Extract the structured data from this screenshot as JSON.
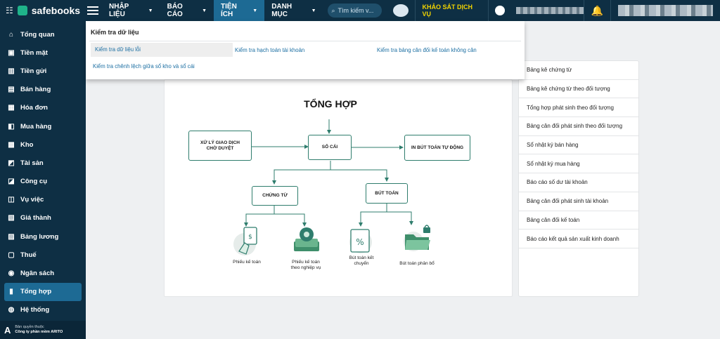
{
  "app": {
    "brand": "safebooks"
  },
  "nav": {
    "items": [
      {
        "label": "NHẬP LIỆU",
        "active": false
      },
      {
        "label": "BÁO CÁO",
        "active": false
      },
      {
        "label": "TIỆN ÍCH",
        "active": true
      },
      {
        "label": "DANH MỤC",
        "active": false
      }
    ],
    "search_placeholder": "Tìm kiếm v...",
    "survey_label": "KHẢO SÁT DỊCH VỤ"
  },
  "sidebar": {
    "items": [
      {
        "label": "Tổng quan",
        "icon": "home-icon"
      },
      {
        "label": "Tiền mặt",
        "icon": "cash-icon"
      },
      {
        "label": "Tiền gửi",
        "icon": "bank-icon"
      },
      {
        "label": "Bán hàng",
        "icon": "sales-icon"
      },
      {
        "label": "Hóa đơn",
        "icon": "invoice-icon"
      },
      {
        "label": "Mua hàng",
        "icon": "purchase-icon"
      },
      {
        "label": "Kho",
        "icon": "warehouse-icon"
      },
      {
        "label": "Tài sản",
        "icon": "asset-icon"
      },
      {
        "label": "Công cụ",
        "icon": "tool-icon"
      },
      {
        "label": "Vụ việc",
        "icon": "case-icon"
      },
      {
        "label": "Giá thành",
        "icon": "cost-icon"
      },
      {
        "label": "Bảng lương",
        "icon": "payroll-icon"
      },
      {
        "label": "Thuế",
        "icon": "tax-icon"
      },
      {
        "label": "Ngân sách",
        "icon": "budget-icon"
      },
      {
        "label": "Tổng hợp",
        "icon": "chart-icon",
        "active": true
      },
      {
        "label": "Hệ thống",
        "icon": "users-icon"
      }
    ],
    "footer_line1": "Bản quyền thuộc",
    "footer_line2": "Công ty phần mềm ARITO"
  },
  "dropdown": {
    "title": "Kiểm tra dữ liệu",
    "links": [
      "Kiểm tra dữ liệu lỗi",
      "Kiểm tra hạch toán tài khoản",
      "Kiểm tra bảng cân đối kế toán không cân",
      "Kiểm tra chênh lệch giữa sổ kho và sổ cái"
    ]
  },
  "diagram": {
    "title": "TỔNG HỢP",
    "boxes": {
      "xu_ly": "XỬ LÝ GIAO DỊCH CHỜ DUYỆT",
      "so_cai": "SỔ CÁI",
      "in_but_toan": "IN BÚT TOÁN TỰ ĐỘNG",
      "chung_tu": "CHỨNG TỪ",
      "but_toan": "BÚT TOÁN"
    },
    "leaves": {
      "phieu_ke_toan": "Phiếu kế toán",
      "phieu_nghiep_vu_1": "Phiếu kế toán",
      "phieu_nghiep_vu_2": "theo nghiệp vụ",
      "ket_chuyen_1": "Bút toán kết",
      "ket_chuyen_2": "chuyển",
      "phan_bo": "Bút toán phân bổ"
    }
  },
  "reports": [
    "Bảng kê chứng từ",
    "Bảng kê chứng từ theo đối tượng",
    "Tổng hợp phát sinh theo đối tượng",
    "Bảng cân đối phát sinh theo đối tượng",
    "Sổ nhật ký bán hàng",
    "Sổ nhật ký mua hàng",
    "Báo cáo số dư tài khoản",
    "Bảng cân đối phát sinh tài khoản",
    "Bảng cân đối kế toán",
    "Báo cáo kết quả sản xuất kinh doanh"
  ]
}
